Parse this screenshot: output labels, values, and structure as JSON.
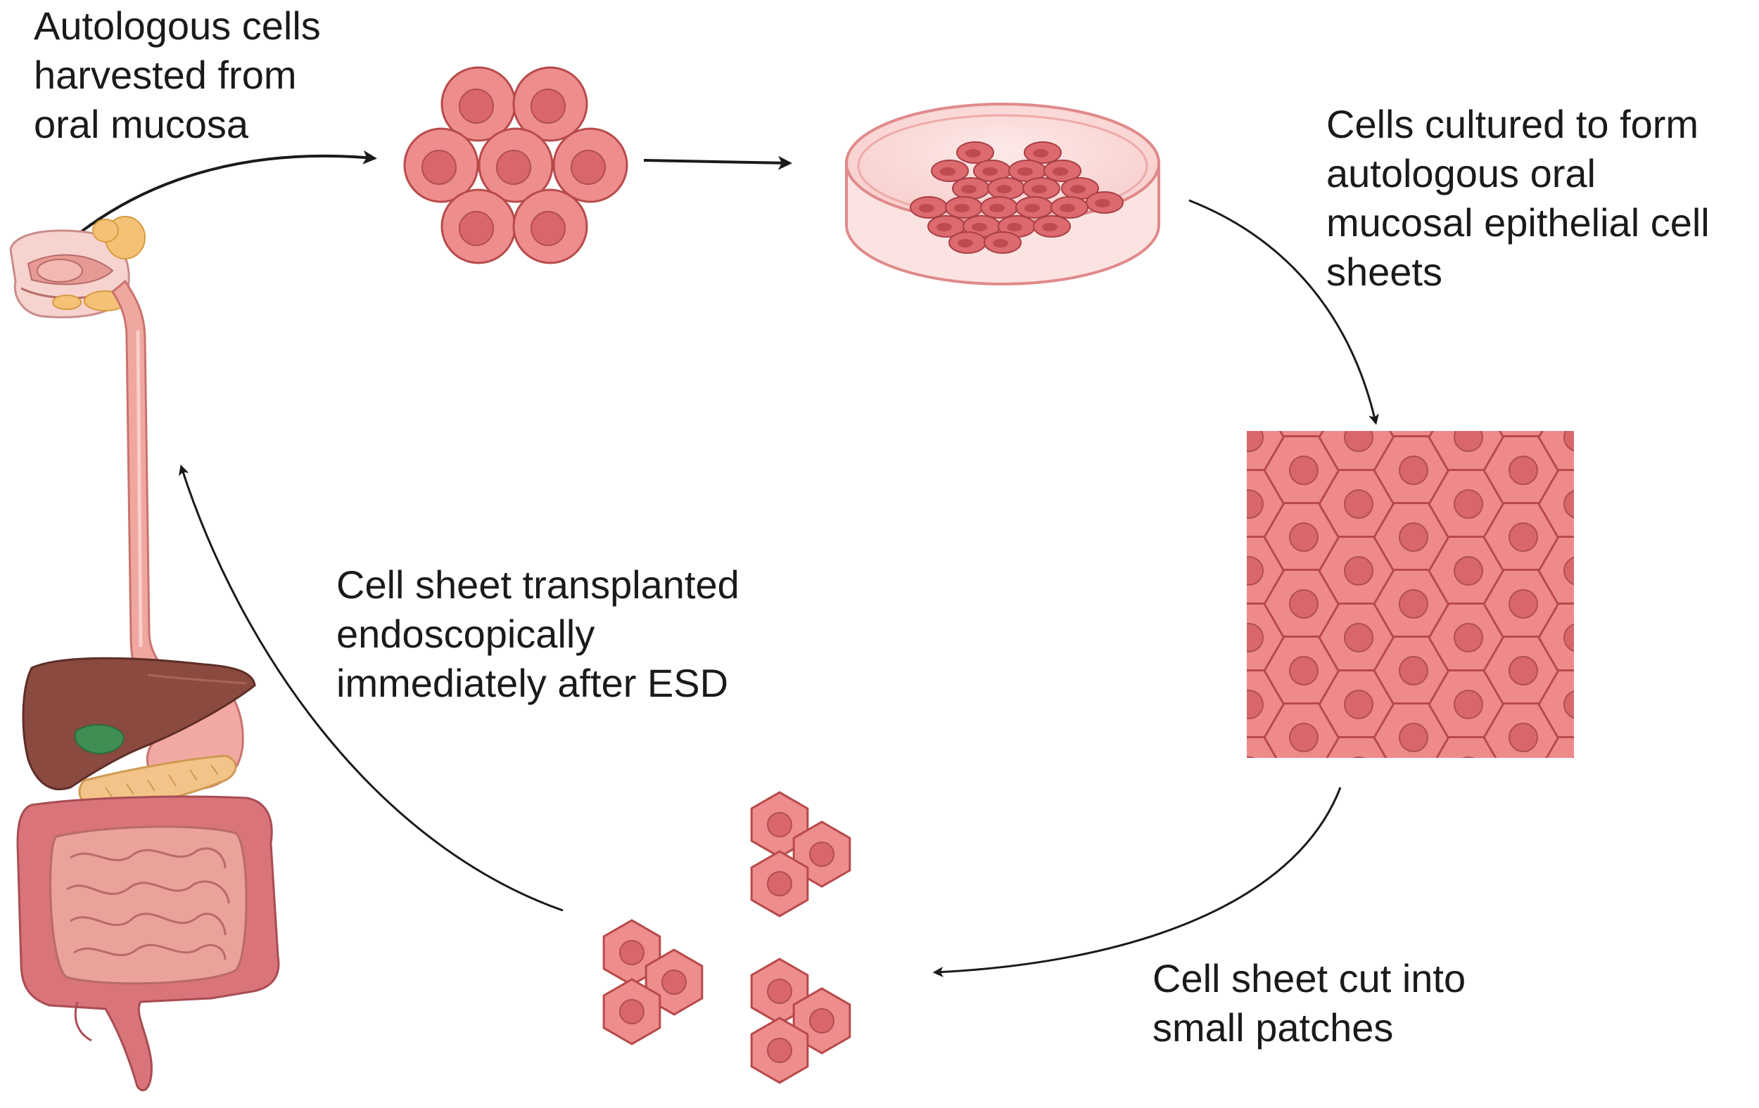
{
  "labels": {
    "harvest": [
      "Autologous cells",
      "harvested from",
      "oral mucosa"
    ],
    "culture": [
      "Cells cultured to form",
      "autologous oral",
      "mucosal epithelial cell",
      "sheets"
    ],
    "cut": [
      "Cell sheet cut into",
      "small patches"
    ],
    "transplant": [
      "Cell sheet transplanted",
      "endoscopically",
      "immediately after ESD"
    ]
  },
  "colors": {
    "cell_fill": "#ee8d8d",
    "cell_stroke": "#b84a4a",
    "nucleus": "#d9676a",
    "arrow": "#1a1a1a",
    "liver": "#8a4a40",
    "gallbladder": "#3f8f55",
    "pancreas": "#f2c489",
    "intestine": "#e59e97",
    "colon": "#d9747a",
    "esophagus": "#f0a7a0"
  },
  "icons": {
    "cell_cluster": "harvested-cell-cluster",
    "petri_dish": "petri-dish-culture",
    "cell_sheet": "epithelial-cell-sheet",
    "patches": "small-cell-patches",
    "anatomy": "digestive-tract-anatomy"
  }
}
